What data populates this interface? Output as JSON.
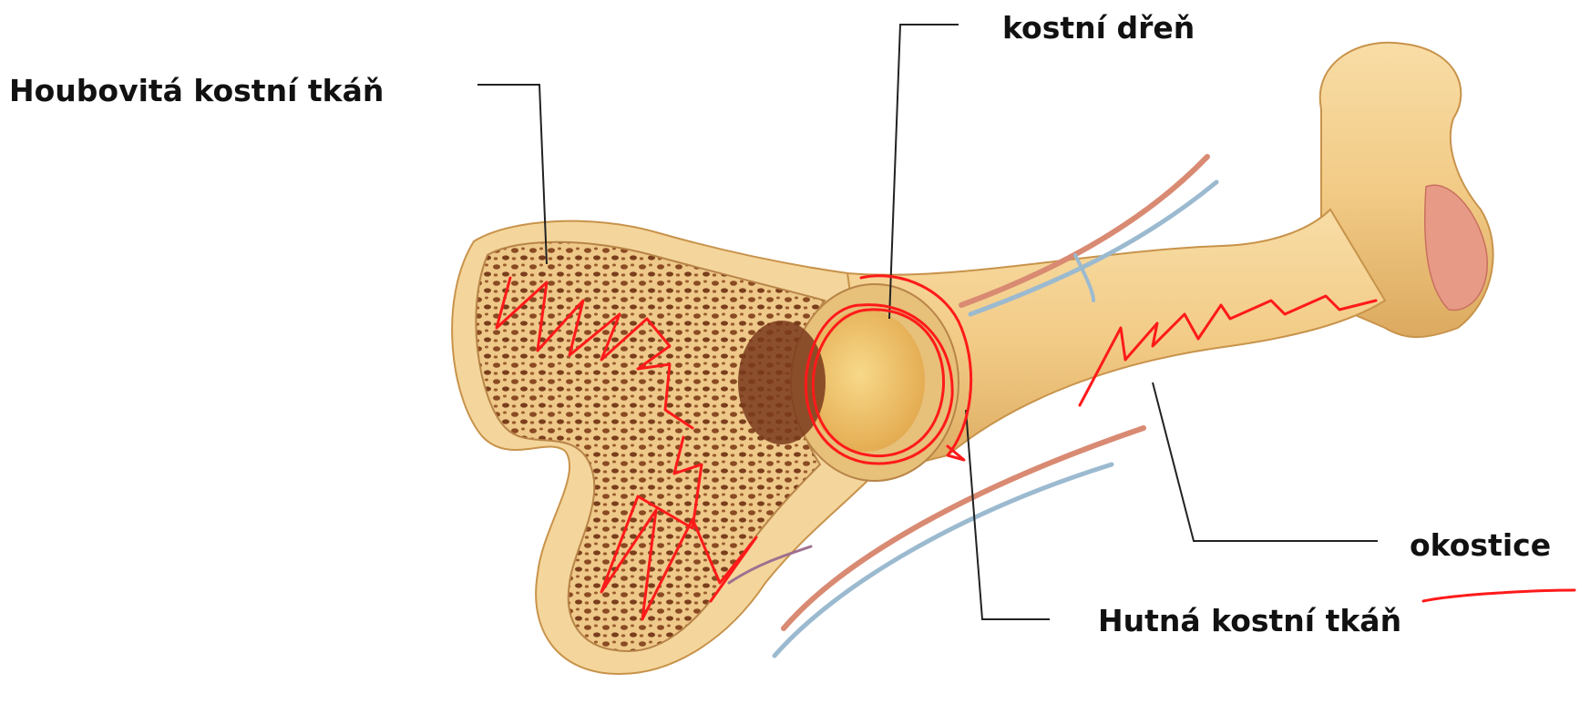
{
  "labels": {
    "spongy_bone": "Houbovitá kostní tkáň",
    "bone_marrow": "kostní dřeň",
    "periosteum": "okostice",
    "compact_bone": "Hutná kostní tkáň"
  },
  "colors": {
    "bone": "#f2cf8e",
    "bone_shadow": "#d9a65a",
    "spongy_pores": "#8a4a22",
    "marrow": "#f3c46a",
    "artery": "#d98a72",
    "vein": "#9bbad0",
    "cartilage_pink": "#e79a86",
    "leader_line": "#222222",
    "annotation_ink": "#ff1a1a"
  }
}
